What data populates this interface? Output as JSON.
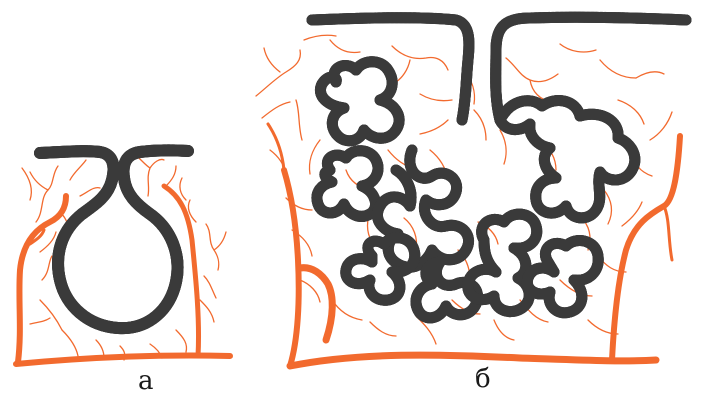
{
  "captions": {
    "a": "а",
    "b": "б"
  },
  "colors": {
    "vessel": "#f26a2e",
    "epithelium_outline": "#3a3a3a",
    "cell_outline": "#8a8a8a",
    "background": "#ffffff"
  },
  "panels": [
    {
      "id": "a",
      "structure": "simple-alveolus-gland"
    },
    {
      "id": "b",
      "structure": "complex-folded-alveolar-gland"
    }
  ]
}
